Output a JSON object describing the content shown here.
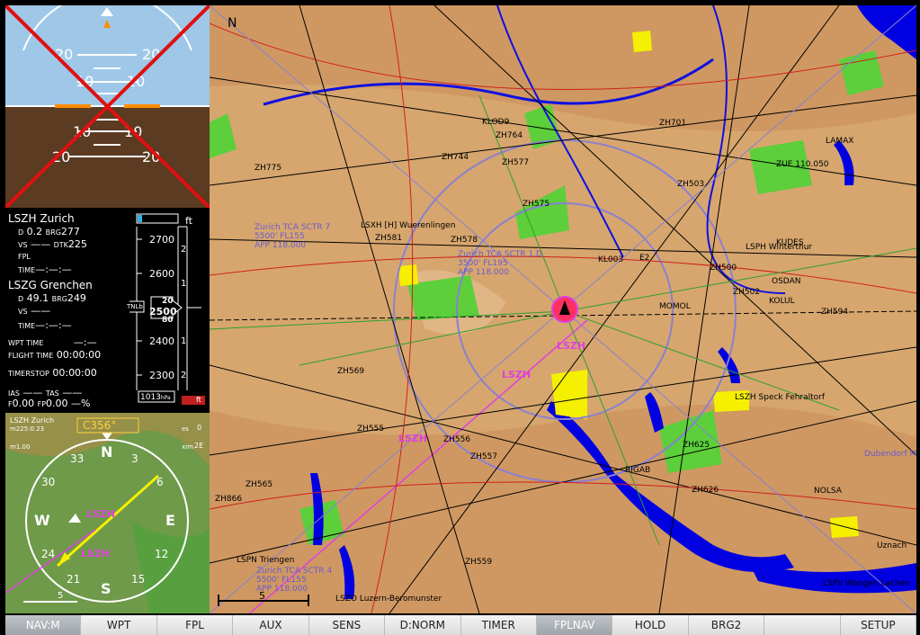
{
  "adi": {
    "pitch_labels": {
      "up20": "20",
      "up10": "10",
      "down10": "10",
      "down20": "20"
    }
  },
  "flight_info": {
    "dest1_name": "LSZH Zurich",
    "dest1_dist_prefix": "D",
    "dest1_dist": "0.2",
    "dest1_brg_prefix": "BRG",
    "dest1_brg": "277",
    "dest1_vs": "VS",
    "dest1_vs_val": "——",
    "dest1_dtk_prefix": "DTK",
    "dest1_dtk": "225",
    "dest1_fpl": "FPL",
    "dest1_time_label": "TIME",
    "dest1_time": "—:—:—",
    "dest2_name": "LSZG Grenchen",
    "dest2_dist_prefix": "D",
    "dest2_dist": "49.1",
    "dest2_brg_prefix": "BRG",
    "dest2_brg": "249",
    "dest2_vs": "VS",
    "dest2_vs_val": "——",
    "dest2_time_label": "TIME",
    "dest2_time": "—:—:—",
    "wpt_time_label": "WPT TIME",
    "wpt_time": "—:—",
    "flight_time_label": "FLIGHT TIME",
    "flight_time": "00:00:00",
    "timerstop_label": "TIMERSTOP",
    "timerstop": "00:00:00",
    "ias_label": "IAS",
    "ias_val": "——",
    "tas_label": "TAS",
    "tas_val": "——",
    "ff_label": "F",
    "ff_val": "0.00",
    "fp_label": "FP",
    "fp_val": "0.00",
    "percent": "—%"
  },
  "altimeter": {
    "unit": "ft",
    "ticks": [
      "2700",
      "2600",
      "2400",
      "2300"
    ],
    "small_ticks": [
      "2",
      "1",
      "1",
      "2"
    ],
    "current_value": "2500",
    "drum_above": "20",
    "drum_below": "80",
    "tnlb": "TNLb",
    "qnh": "1013",
    "qnh_unit": "hPa",
    "ft_red": "ft"
  },
  "hsi": {
    "dest": "LSZH Zurich",
    "dest_sub": "m225:0.23",
    "course": "C356°",
    "left_top": "es",
    "left_top_val": "0",
    "right_label": "xim",
    "right_val": "2E",
    "left_val": "m1.00",
    "compass_labels": [
      "N",
      "33",
      "30",
      "W",
      "24",
      "21",
      "S",
      "15",
      "12",
      "E",
      "6",
      "3"
    ],
    "lszh_label": "LSZH",
    "lszh_label2": "LSZH",
    "scale_label": "5"
  },
  "map": {
    "north_label": "N",
    "scale_label": "5",
    "waypoints": [
      {
        "label": "ZH775",
        "color": "#000"
      },
      {
        "label": "ZH744",
        "color": "#000"
      },
      {
        "label": "ZH577",
        "color": "#000"
      },
      {
        "label": "KLOD9",
        "color": "#000"
      },
      {
        "label": "ZH764",
        "color": "#000"
      },
      {
        "label": "ZH701",
        "color": "#000"
      },
      {
        "label": "ZH578",
        "color": "#000"
      },
      {
        "label": "ZH581",
        "color": "#000"
      },
      {
        "label": "E2",
        "color": "#000"
      },
      {
        "label": "KL003",
        "color": "#000"
      },
      {
        "label": "ZH575",
        "color": "#000"
      },
      {
        "label": "ZH569",
        "color": "#000"
      },
      {
        "label": "ZH555",
        "color": "#000"
      },
      {
        "label": "ZH556",
        "color": "#000"
      },
      {
        "label": "ZH557",
        "color": "#000"
      },
      {
        "label": "ZH559",
        "color": "#000"
      },
      {
        "label": "ZH502",
        "color": "#000"
      },
      {
        "label": "ZH500",
        "color": "#000"
      },
      {
        "label": "ZH503",
        "color": "#000"
      },
      {
        "label": "ZH594",
        "color": "#000"
      },
      {
        "label": "ZH625",
        "color": "#000"
      },
      {
        "label": "ZH626",
        "color": "#000"
      },
      {
        "label": "LAMAX",
        "color": "#000"
      },
      {
        "label": "OSDAN",
        "color": "#000"
      },
      {
        "label": "KOLUL",
        "color": "#000"
      },
      {
        "label": "MOMOL",
        "color": "#000"
      },
      {
        "label": "KUDES",
        "color": "#000"
      },
      {
        "label": "NOLSA",
        "color": "#000"
      },
      {
        "label": "RIGAB",
        "color": "#000"
      },
      {
        "label": "ZH866",
        "color": "#000"
      },
      {
        "label": "ZH565",
        "color": "#000"
      },
      {
        "label": "LSPN Triengen",
        "color": "#000"
      },
      {
        "label": "LSZO Luzern-Beromunster",
        "color": "#000"
      },
      {
        "label": "LSXH [H] Wuerenlingen",
        "color": "#000"
      },
      {
        "label": "LSPH Winterthur",
        "color": "#000"
      },
      {
        "label": "LSPV Wangen Lachen",
        "color": "#000"
      },
      {
        "label": "Uznach",
        "color": "#000"
      },
      {
        "label": "ZUE 110.050",
        "color": "#000"
      },
      {
        "label": "LSZH Speck Fehraltorf",
        "color": "#000"
      },
      {
        "label": "Dubendorf MTC",
        "color": "#6a5acd"
      }
    ],
    "airspaces": [
      {
        "label": "Zurich TCA SCTR 7"
      },
      {
        "label": "5500' FL155"
      },
      {
        "label": "APP 118.000"
      },
      {
        "label": "Zurich TCA SCTR 1.D"
      },
      {
        "label": "3500' FL195"
      },
      {
        "label": "APP 118.000"
      },
      {
        "label": "Zurich TCA SCTR 4"
      },
      {
        "label": "5500' FL155"
      },
      {
        "label": "APP 118.000"
      }
    ],
    "zone_labels": [
      "LSZH",
      "LSZH",
      "LSZH"
    ]
  },
  "menu": [
    "NAV:M",
    "WPT",
    "FPL",
    "AUX",
    "SENS",
    "D:NORM",
    "TIMER",
    "FPLNAV",
    "HOLD",
    "BRG2",
    "",
    "SETUP"
  ],
  "colors": {
    "sky": "#9fc8e8",
    "ground": "#5b3b22",
    "map_bg": "#d6a66e",
    "water": "#0000e0",
    "forest": "#5ccf3a",
    "airspace": "#6a5acd",
    "zone": "#e040e0"
  }
}
